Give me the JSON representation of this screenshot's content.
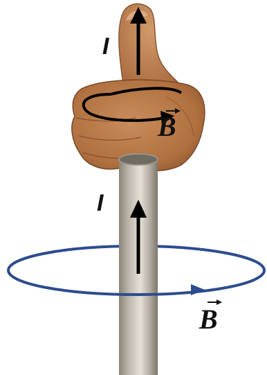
{
  "labels": {
    "current_top": "I",
    "field_top": "B",
    "current_wire": "I",
    "field_bottom": "B"
  },
  "colors": {
    "background": "#ffffff",
    "skin": "#b8784a",
    "skin_dark": "#8a5430",
    "wire_light": "#d9d3c9",
    "wire_dark": "#8a8378",
    "field_loop": "#2c4c8f",
    "arrows": "#000000"
  },
  "icons": {
    "hand": "thumbs-up-hand-icon",
    "wire": "cylinder-wire-icon",
    "vector_mark": "vector-arrow-icon"
  }
}
